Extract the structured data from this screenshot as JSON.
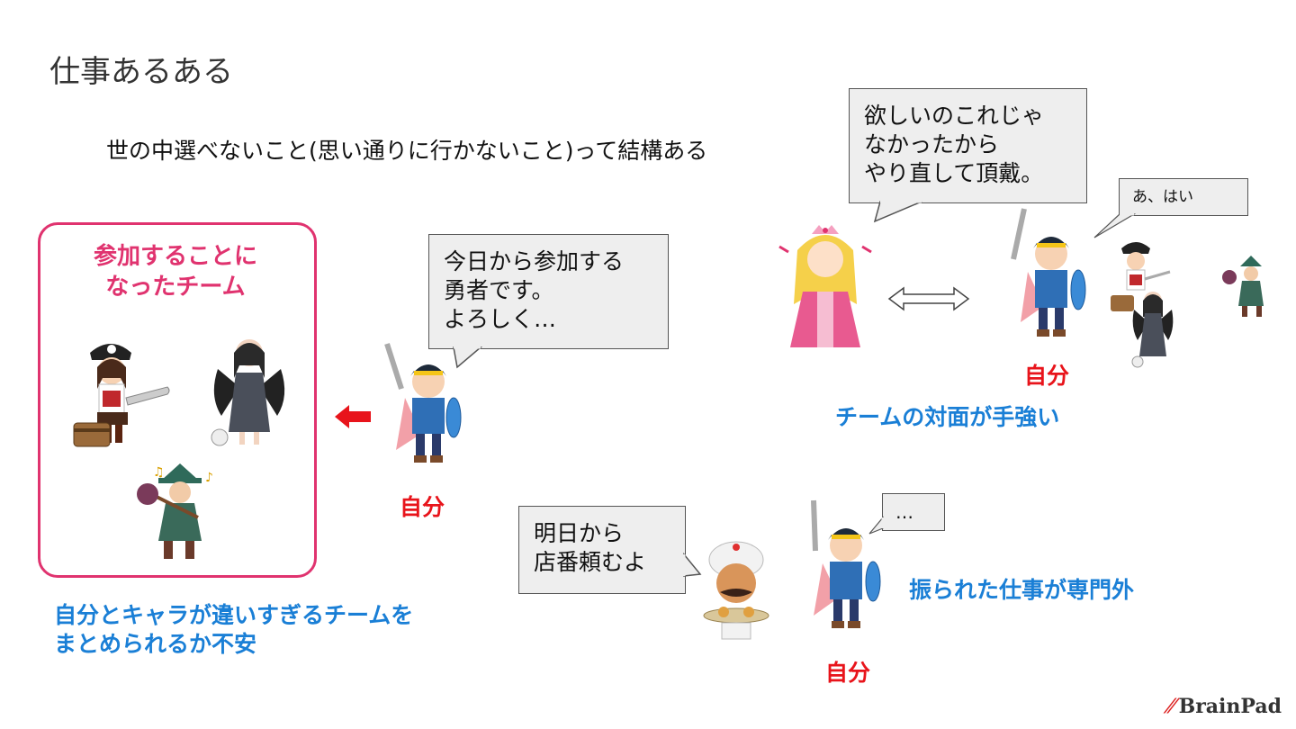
{
  "slide": {
    "title": "仕事あるある",
    "subtitle": "世の中選べないこと(思い通りに行かないこと)って結構ある"
  },
  "team_panel": {
    "heading_line1": "参加することに",
    "heading_line2": "なったチーム",
    "caption_line1": "自分とキャラが違いすぎるチームを",
    "caption_line2": "まとめられるか不安"
  },
  "scene1": {
    "speech": "今日から参加する\n勇者です。\nよろしく…",
    "self_label": "自分"
  },
  "scene2": {
    "speech": "欲しいのこれじゃ\nなかったから\nやり直して頂戴。",
    "reply": "あ、はい",
    "self_label": "自分",
    "caption": "チームの対面が手強い"
  },
  "scene3": {
    "speech": "明日から\n店番頼むよ",
    "reply": "…",
    "self_label": "自分",
    "caption": "振られた仕事が専門外"
  },
  "footer": {
    "logo": "BrainPad"
  },
  "colors": {
    "accent_pink": "#e0336f",
    "caption_blue": "#1a7fd6",
    "self_red": "#e8141b",
    "bubble_bg": "#eeeeee"
  },
  "icons": [
    "hero-character",
    "pirate-character",
    "dark-angel-character",
    "wanderer-character",
    "princess-character",
    "merchant-character",
    "arrow-left-icon",
    "double-arrow-icon",
    "skull-icon",
    "treasure-chest-icon"
  ]
}
